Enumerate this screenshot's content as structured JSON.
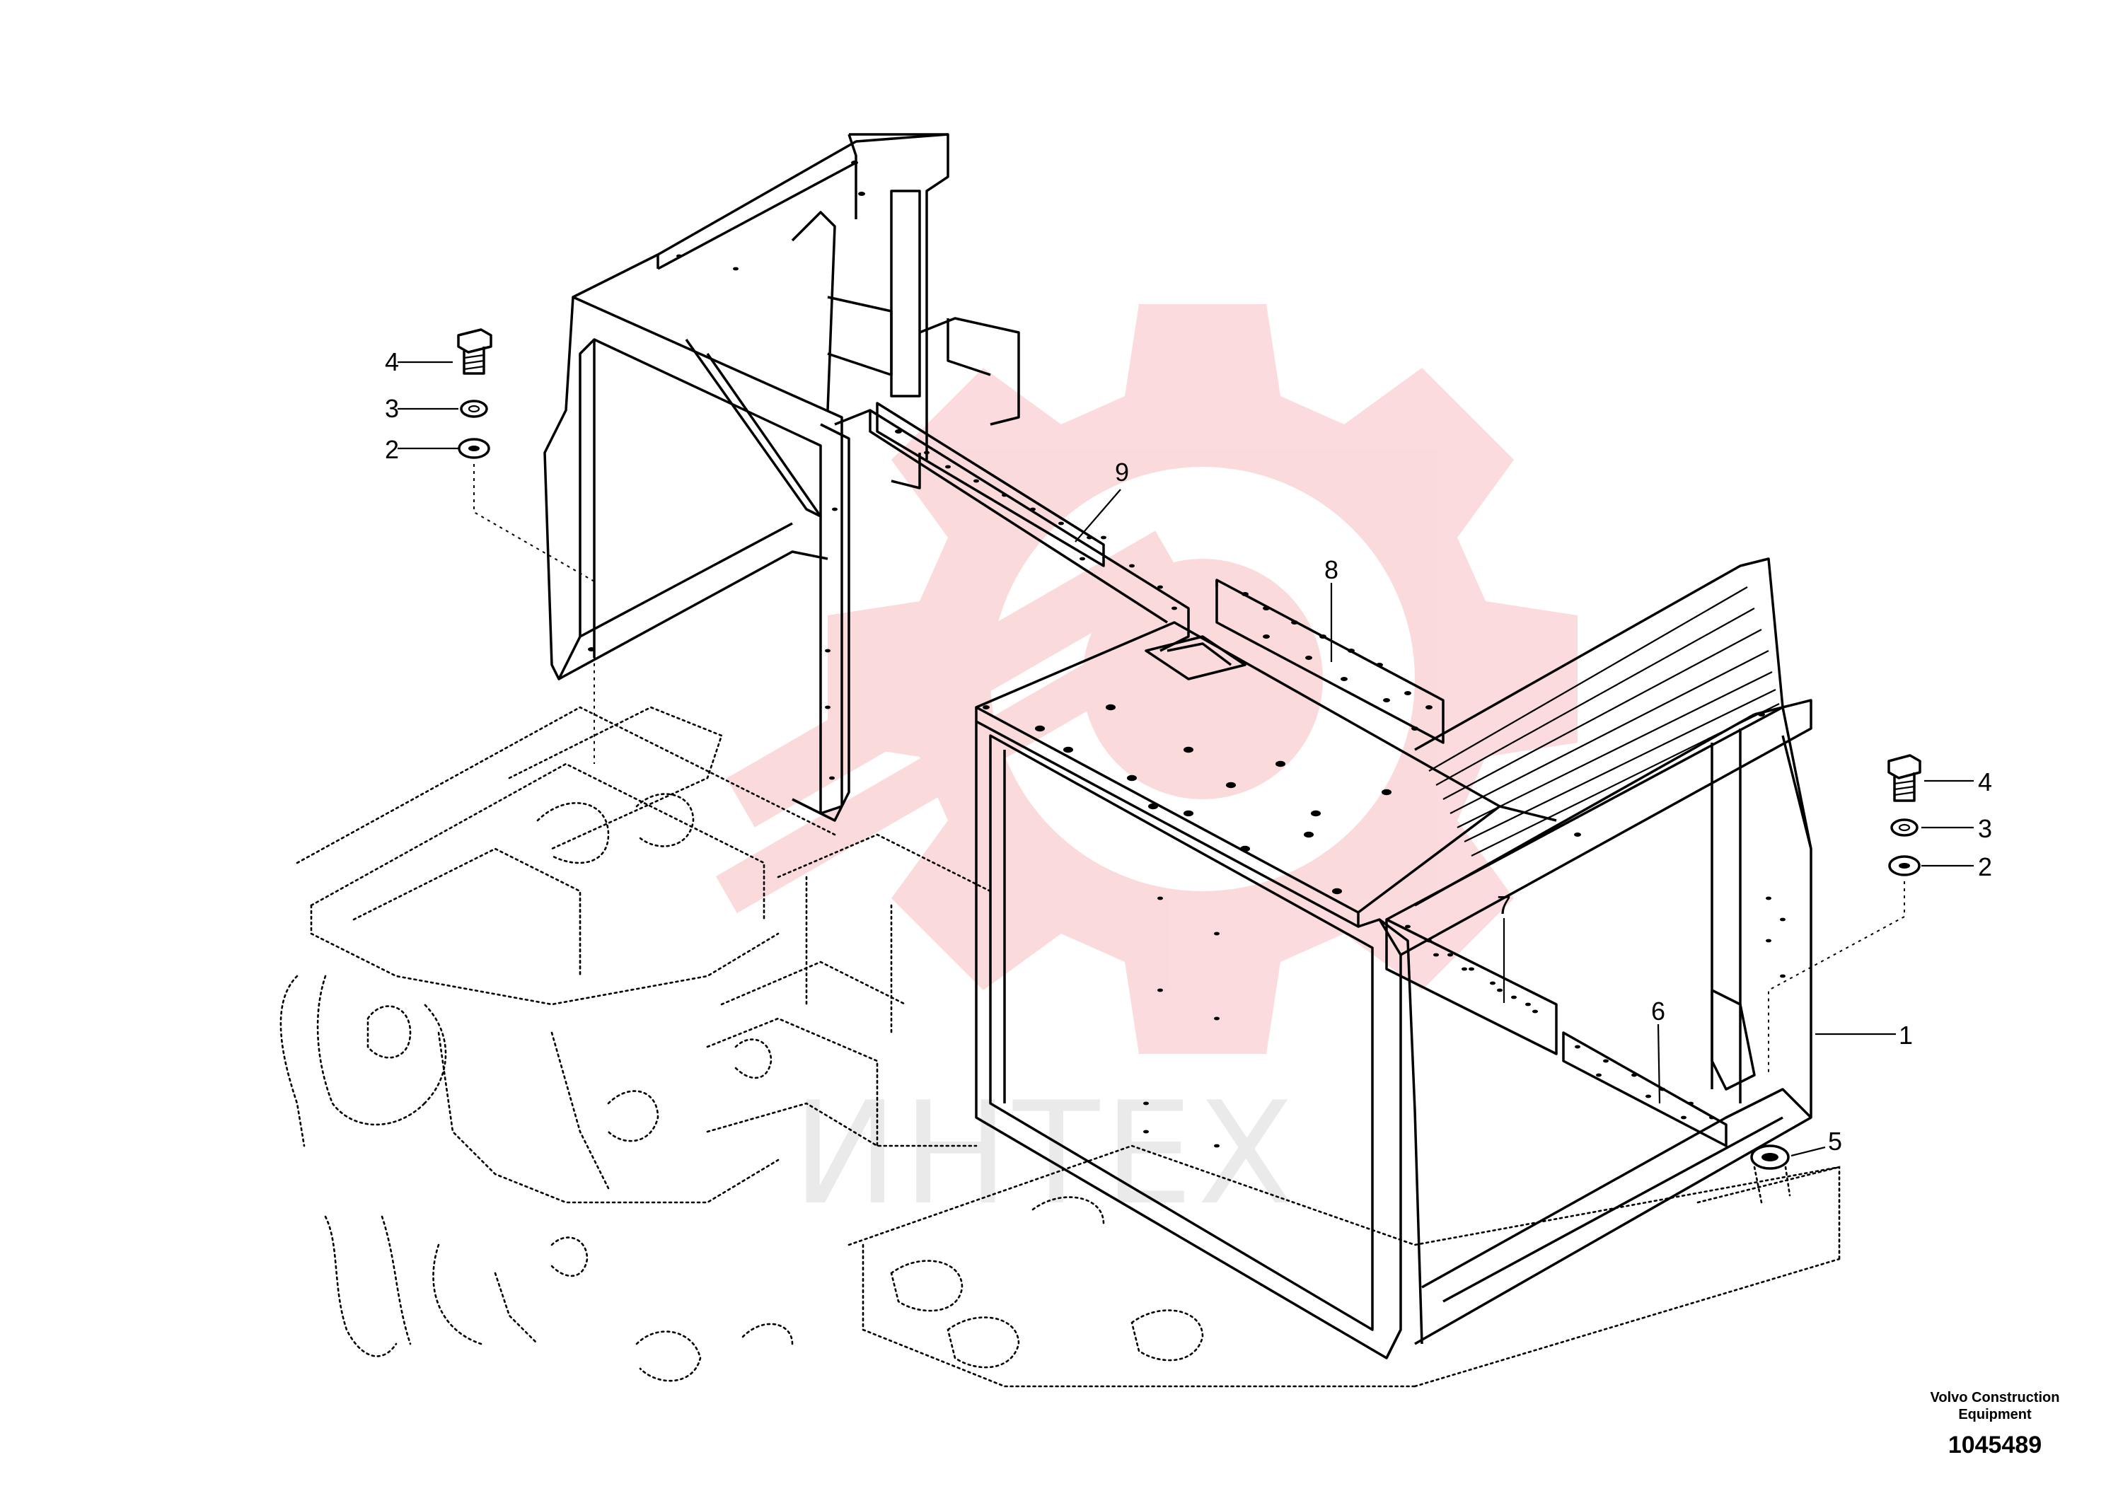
{
  "callouts": [
    {
      "id": "c1",
      "label": "1"
    },
    {
      "id": "c2a",
      "label": "2"
    },
    {
      "id": "c2b",
      "label": "2"
    },
    {
      "id": "c3a",
      "label": "3"
    },
    {
      "id": "c3b",
      "label": "3"
    },
    {
      "id": "c4a",
      "label": "4"
    },
    {
      "id": "c4b",
      "label": "4"
    },
    {
      "id": "c5",
      "label": "5"
    },
    {
      "id": "c6",
      "label": "6"
    },
    {
      "id": "c7",
      "label": "7"
    },
    {
      "id": "c8",
      "label": "8"
    },
    {
      "id": "c9",
      "label": "9"
    }
  ],
  "footer": {
    "brand_line1": "Volvo Construction",
    "brand_line2": "Equipment",
    "drawing_number": "1045489"
  },
  "watermark": {
    "text": "ИНТЕХ",
    "color": "#e8202a"
  },
  "icons": [
    "gear-watermark-icon",
    "bolt-icon",
    "lock-washer-icon",
    "flat-washer-icon",
    "spacer-icon"
  ]
}
